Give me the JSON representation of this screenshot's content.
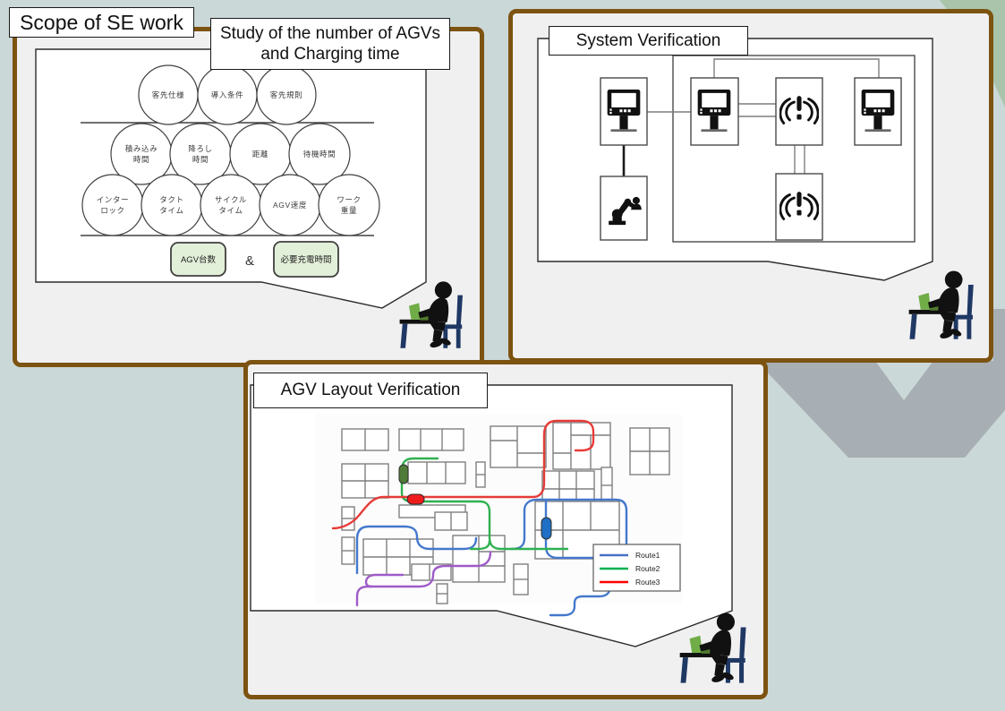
{
  "slide": {
    "title": "Scope of SE work"
  },
  "study": {
    "title_line1": "Study of the number of AGVs",
    "title_line2": "and Charging time",
    "row1": [
      "客先仕様",
      "導入条件",
      "客先規則"
    ],
    "row2": [
      [
        "積み込み",
        "時間"
      ],
      [
        "降ろし",
        "時間"
      ],
      [
        "距離"
      ],
      [
        "待機時間"
      ]
    ],
    "row3": [
      [
        "インター",
        "ロック"
      ],
      [
        "タクト",
        "タイム"
      ],
      [
        "サイクル",
        "タイム"
      ],
      [
        "AGV速度"
      ],
      [
        "ワーク",
        "重量"
      ]
    ],
    "result1": "AGV台数",
    "joiner": "&",
    "result2": "必要充電時間",
    "result_fill": "#e2efd9"
  },
  "system": {
    "title": "System Verification"
  },
  "layout": {
    "title": "AGV Layout Verification",
    "legend": [
      {
        "label": "Route1",
        "color": "#4472c4"
      },
      {
        "label": "Route2",
        "color": "#00b050"
      },
      {
        "label": "Route3",
        "color": "#ff0000"
      }
    ],
    "routes": {
      "route1_color": "#4478cc",
      "route2_color": "#2eb050",
      "route3_color": "#e63c38",
      "extra_route_color": "#9e5bc8"
    },
    "markers": {
      "green": "#4e7b38",
      "red": "#f01c1c",
      "blue": "#1f6fc4"
    }
  },
  "colors": {
    "background": "#cbd8d8",
    "panel_border": "#7c5310",
    "panel_fill": "#f0f0f1",
    "chevron_green": "#a9c4ab",
    "chevron_gray": "#a7afb4"
  }
}
